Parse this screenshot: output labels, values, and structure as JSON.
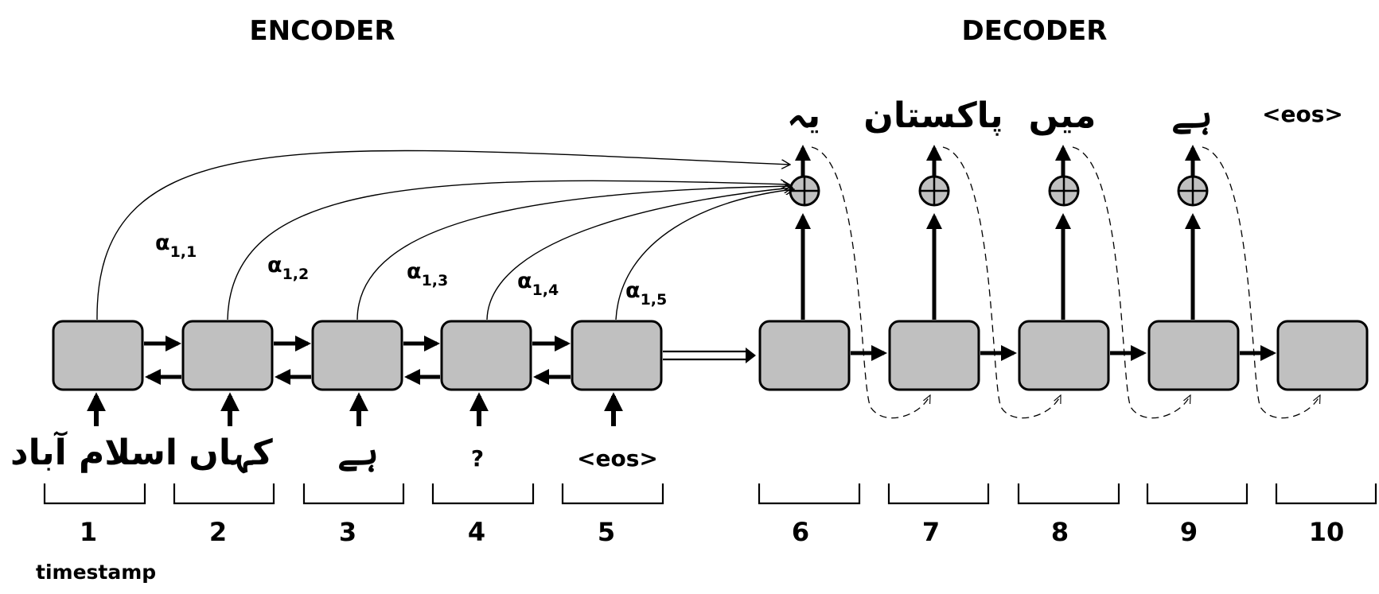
{
  "headers": {
    "encoder": "ENCODER",
    "decoder": "DECODER"
  },
  "timestamp_label": "timestamp",
  "encoder": {
    "inputs": [
      {
        "step": "1",
        "token": "اسلام آباد"
      },
      {
        "step": "2",
        "token": "کہاں"
      },
      {
        "step": "3",
        "token": "ہے"
      },
      {
        "step": "4",
        "token": "?"
      },
      {
        "step": "5",
        "token": "<eos>"
      }
    ],
    "attention_weights": [
      {
        "symbol": "α",
        "sub": "1,1"
      },
      {
        "symbol": "α",
        "sub": "1,2"
      },
      {
        "symbol": "α",
        "sub": "1,3"
      },
      {
        "symbol": "α",
        "sub": "1,4"
      },
      {
        "symbol": "α",
        "sub": "1,5"
      }
    ]
  },
  "decoder": {
    "steps": [
      {
        "step": "6",
        "output": "یہ"
      },
      {
        "step": "7",
        "output": "پاکستان"
      },
      {
        "step": "8",
        "output": "میں"
      },
      {
        "step": "9",
        "output": "ہے"
      },
      {
        "step": "10",
        "output": "<eos>"
      }
    ]
  },
  "icons": {
    "attention_combine": "circled-plus-icon"
  }
}
